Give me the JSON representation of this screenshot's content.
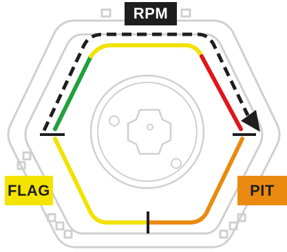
{
  "labels": {
    "rpm": "RPM",
    "flag": "FLAG",
    "pit": "PIT"
  },
  "colors": {
    "rpm_badge_bg": "#1e1e1e",
    "rpm_badge_text": "#ffffff",
    "flag_badge_bg": "#f4e400",
    "pit_badge_bg": "#ea8a10",
    "led_green": "#22a03c",
    "led_yellow": "#f2e200",
    "led_red": "#e0161c",
    "led_orange": "#ea8a10",
    "arrow": "#1e1e1e",
    "wheel_outline": "#cfcfcf"
  },
  "rpm_leds": [
    "green",
    "yellow",
    "red"
  ],
  "lower_leds": [
    "yellow",
    "orange"
  ]
}
